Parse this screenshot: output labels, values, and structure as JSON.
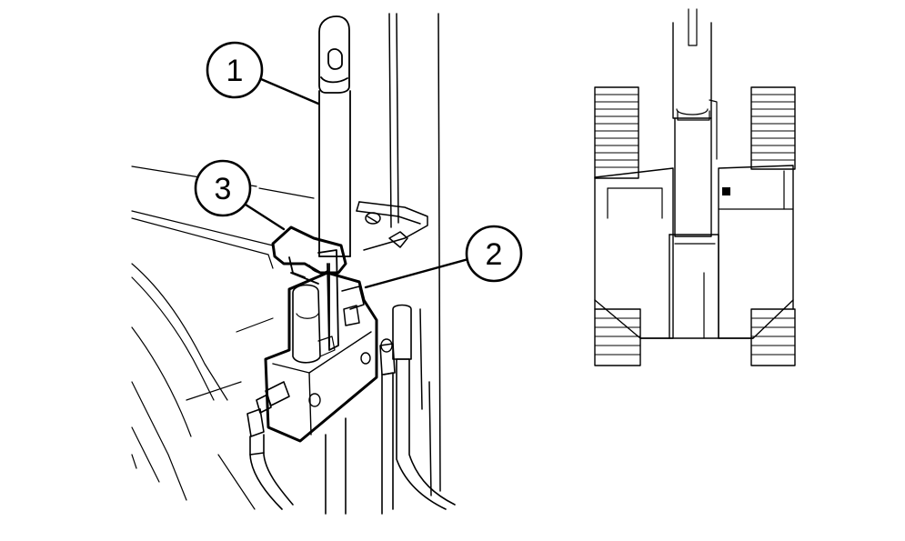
{
  "callouts": [
    {
      "label": "1"
    },
    {
      "label": "2"
    },
    {
      "label": "3"
    }
  ],
  "colors": {
    "line": "#000000",
    "background": "#ffffff"
  },
  "icons": [
    "hydraulic-valve-illustration",
    "excavator-top-view-illustration",
    "location-marker-icon"
  ]
}
